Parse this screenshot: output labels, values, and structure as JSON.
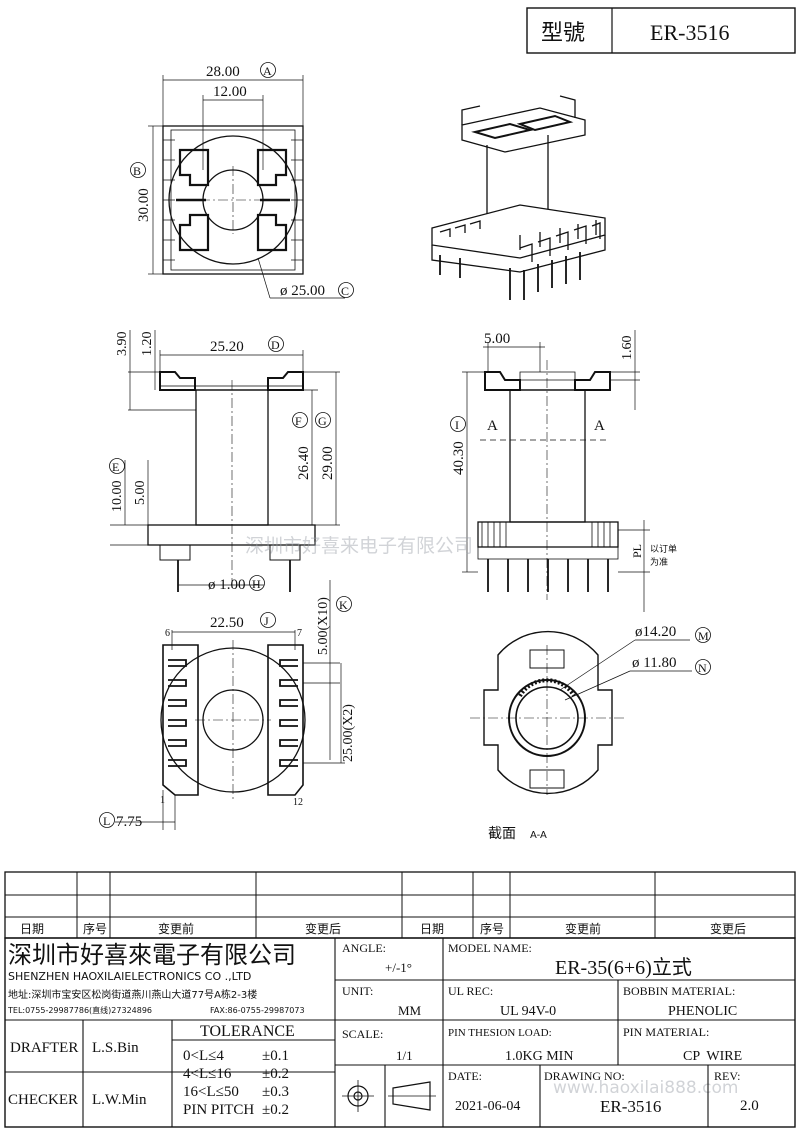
{
  "header": {
    "label": "型號",
    "part_no": "ER-3516"
  },
  "top_view": {
    "dim_a": "28.00",
    "dim_inner": "12.00",
    "dim_b": "30.00",
    "dim_c": "ø 25.00",
    "circ_a": "A",
    "circ_b": "B",
    "circ_c": "C"
  },
  "side_view": {
    "dim_39": "3.90",
    "dim_12": "1.20",
    "dim_d": "25.20",
    "dim_f": "26.40",
    "dim_g": "29.00",
    "dim_e": "10.00",
    "dim_5": "5.00",
    "dim_h": "ø 1.00",
    "circ_d": "D",
    "circ_e": "E",
    "circ_f": "F",
    "circ_g": "G",
    "circ_h": "H"
  },
  "front_view": {
    "dim_500": "5.00",
    "dim_160": "1.60",
    "dim_i": "40.30",
    "sec_a": "A",
    "pl": "PL",
    "note1": "以订单",
    "note2": "为准",
    "circ_i": "I"
  },
  "bottom_view": {
    "dim_j": "22.50",
    "dim_k": "5.00(X10)",
    "dim_pitch2": "25.00(X2)",
    "dim_l": "7.75",
    "pin6": "6",
    "pin7": "7",
    "pin1": "1",
    "pin12": "12",
    "circ_j": "J",
    "circ_k": "K",
    "circ_l": "L"
  },
  "section": {
    "dim_m": "ø14.20",
    "dim_n": "ø 11.80",
    "label": "截面",
    "label_aa": "A-A",
    "circ_m": "M",
    "circ_n": "N"
  },
  "watermark": {
    "text": "深圳市好喜来电子有限公司",
    "url": "www.haoxilai888.com"
  },
  "revision_table": {
    "cols": [
      "日期",
      "序号",
      "变更前",
      "变更后",
      "日期",
      "序号",
      "变更前",
      "变更后"
    ]
  },
  "title_block": {
    "company_cn": "深圳市好喜來電子有限公司",
    "company_en": "SHENZHEN HAOXILAIELECTRONICS CO .,LTD",
    "address": "地址:深圳市宝安区松岗街道燕川燕山大道77号A栋2-3楼",
    "tel": "TEL:0755-29987786(直线)27324896",
    "fax": "FAX:86-0755-29987073",
    "angle_label": "ANGLE:",
    "angle_value": "+/-1°",
    "model_label": "MODEL NAME:",
    "model_value": "ER-35(6+6)立式",
    "unit_label": "UNIT:",
    "unit_value": "MM",
    "ulrec_label": "UL REC:",
    "ulrec_value": "UL 94V-0",
    "bobbin_label": "BOBBIN MATERIAL:",
    "bobbin_value": "PHENOLIC",
    "scale_label": "SCALE:",
    "scale_value": "1/1",
    "pinload_label": "PIN THESION LOAD:",
    "pinload_value": "1.0KG MIN",
    "pinmat_label": "PIN MATERIAL:",
    "pinmat_value": "CP  WIRE",
    "drafter_label": "DRAFTER",
    "drafter_value": "L.S.Bin",
    "checker_label": "CHECKER",
    "checker_value": "L.W.Min",
    "tol_title": "TOLERANCE",
    "tol_rows": [
      {
        "range": "0<L≤4",
        "value": "±0.1"
      },
      {
        "range": "4<L≤16",
        "value": "±0.2"
      },
      {
        "range": "16<L≤50",
        "value": "±0.3"
      },
      {
        "range": "PIN PITCH",
        "value": "±0.2"
      }
    ],
    "date_label": "DATE:",
    "date_value": "2021-06-04",
    "drawing_label": "DRAWING NO:",
    "drawing_value": "ER-3516",
    "rev_label": "REV:",
    "rev_value": "2.0"
  }
}
